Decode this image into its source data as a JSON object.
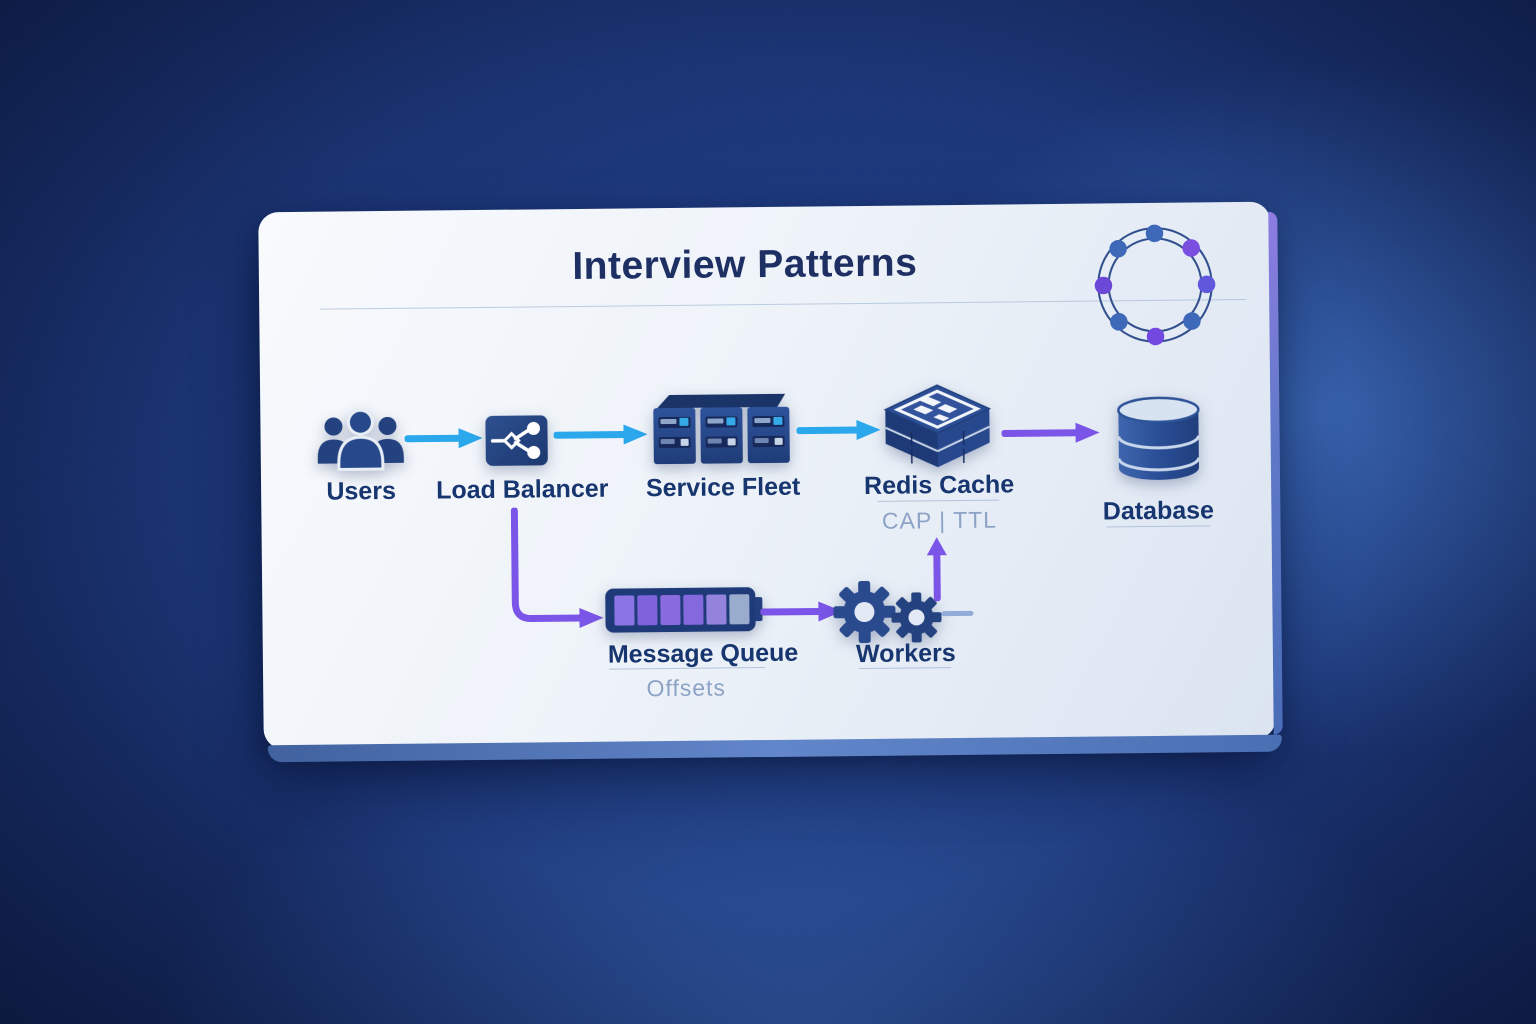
{
  "header": {
    "title": "Interview Patterns"
  },
  "logo": {
    "name": "network-ring-logo",
    "ring_color": "#33508e",
    "dot_colors": [
      "#3e68b8",
      "#7a4fe0",
      "#6157dc",
      "#3e68b8",
      "#7348e0",
      "#3e68b8",
      "#6c48d8",
      "#3e68b8"
    ]
  },
  "nodes": {
    "users": {
      "label": "Users",
      "icon": "users-group-icon"
    },
    "load_balancer": {
      "label": "Load Balancer",
      "icon": "load-balancer-branch-icon"
    },
    "service_fleet": {
      "label": "Service Fleet",
      "icon": "server-rack-icon"
    },
    "redis_cache": {
      "label": "Redis Cache",
      "subtext": "CAP | TTL",
      "icon": "redis-stack-icon"
    },
    "database": {
      "label": "Database",
      "icon": "database-cylinder-icon"
    },
    "message_queue": {
      "label": "Message Queue",
      "subtext": "Offsets",
      "icon": "queue-bar-icon"
    },
    "workers": {
      "label": "Workers",
      "icon": "gears-icon"
    }
  },
  "edges": [
    {
      "from": "users",
      "to": "load_balancer",
      "color": "#2ba7ec"
    },
    {
      "from": "load_balancer",
      "to": "service_fleet",
      "color": "#2ba7ec"
    },
    {
      "from": "service_fleet",
      "to": "redis_cache",
      "color": "#2ba7ec"
    },
    {
      "from": "redis_cache",
      "to": "database",
      "color": "#7a55e8"
    },
    {
      "from": "load_balancer",
      "to": "message_queue",
      "color": "#7a55e8",
      "shape": "elbow-down-right"
    },
    {
      "from": "message_queue",
      "to": "workers",
      "color": "#7a55e8"
    },
    {
      "from": "workers",
      "to": "redis_cache",
      "color": "#7a55e8",
      "shape": "vertical-up"
    }
  ],
  "colors": {
    "background_navy": "#0a1c48",
    "background_royal": "#2e63be",
    "card_face": "#eef3f9",
    "card_edge": "#5f83c8",
    "card_edge_purple": "#8f7ce2",
    "title_text": "#1d2f63",
    "label_text": "#17356e",
    "secondary_text": "#8ca3c6",
    "icon_navy": "#24427f",
    "arrow_cyan": "#2ba7ec",
    "arrow_purple": "#7a55e8",
    "queue_square_colors": [
      "#8b74e3",
      "#7e63dc",
      "#8a6ce0",
      "#8468de",
      "#9483dc",
      "#9aacce"
    ]
  }
}
